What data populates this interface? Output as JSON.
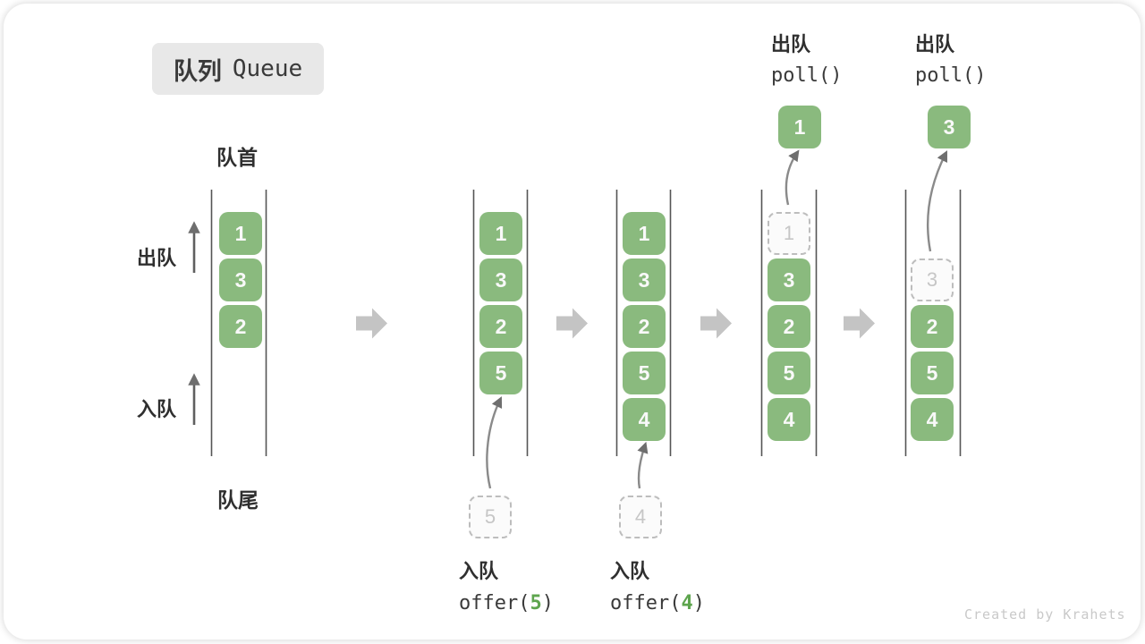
{
  "title": {
    "zh": "队列",
    "en": "Queue"
  },
  "side_labels": {
    "head": "队首",
    "tail": "队尾",
    "dequeue": "出队",
    "enqueue": "入队"
  },
  "columns": [
    {
      "cells": [
        "1",
        "3",
        "2"
      ]
    },
    {
      "cells": [
        "1",
        "3",
        "2",
        "5"
      ],
      "incoming": "5"
    },
    {
      "cells": [
        "1",
        "3",
        "2",
        "5",
        "4"
      ],
      "incoming": "4"
    },
    {
      "cells": [
        "3",
        "2",
        "5",
        "4"
      ],
      "ghost": "1",
      "out": "1",
      "op": {
        "zh": "出队",
        "code": "poll()"
      }
    },
    {
      "cells": [
        "2",
        "5",
        "4"
      ],
      "ghost": "3",
      "out": "3",
      "op": {
        "zh": "出队",
        "code": "poll()"
      }
    }
  ],
  "enqueue_ops": [
    {
      "zh": "入队",
      "prefix": "offer(",
      "arg": "5",
      "suffix": ")"
    },
    {
      "zh": "入队",
      "prefix": "offer(",
      "arg": "4",
      "suffix": ")"
    }
  ],
  "watermark": "Created by Krahets",
  "colors": {
    "cell_green": "#8aba7e",
    "cell_text": "#f9f9f9",
    "ghost_border": "#bdbdbd",
    "ghost_text": "#c6c6c6",
    "block_arrow": "#c4c4c4",
    "flow_arrow": "#6e6e6e",
    "queue_line": "#555555",
    "accent_green": "#5ea54e",
    "title_bg": "#e8e8e8",
    "text_dark": "#3a3a3a",
    "watermark": "#c9c9c9"
  }
}
